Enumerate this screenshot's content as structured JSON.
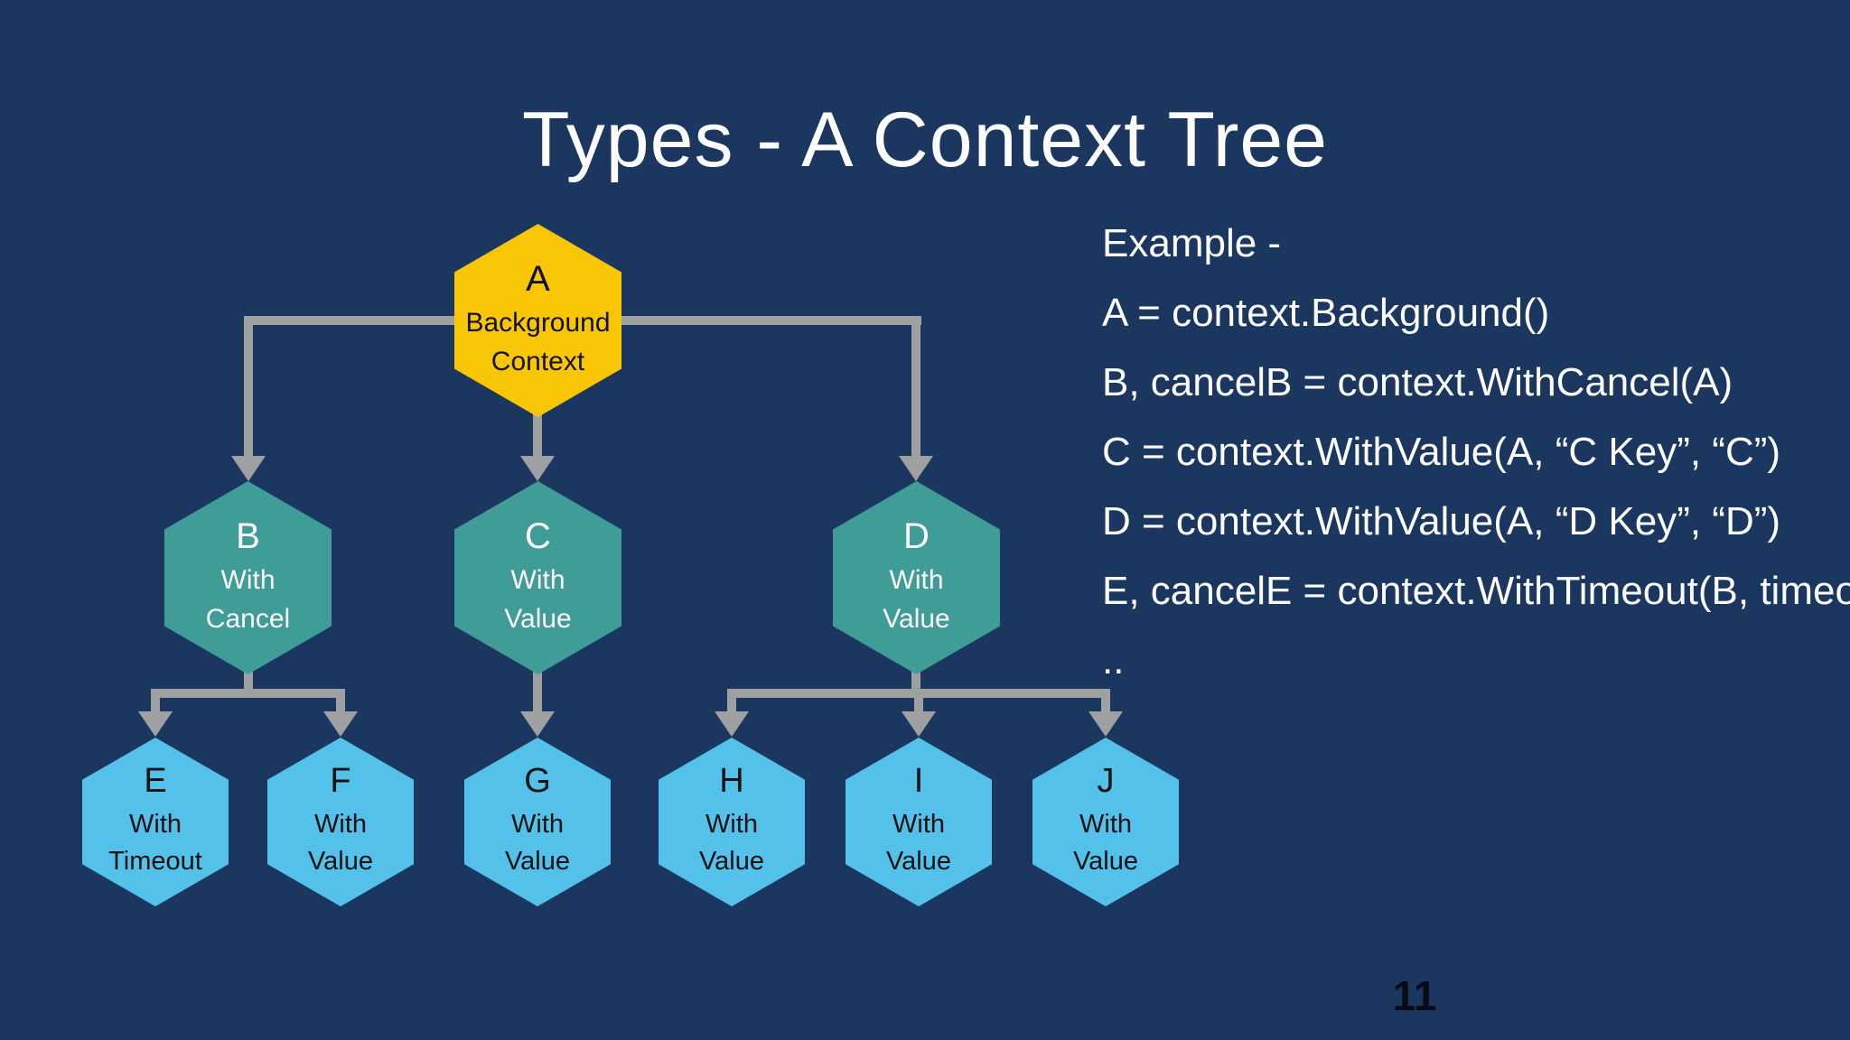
{
  "title": "Types - A Context Tree",
  "colors": {
    "background": "#1B3760",
    "root_node": "#F9C606",
    "mid_node": "#3F9C97",
    "leaf_node": "#53C1E9",
    "connector": "#9EA0A2",
    "light_text": "#FCFCFC",
    "dark_text": "#121212",
    "page_number_text": "#0A0A12"
  },
  "tree": {
    "nodes": [
      {
        "id": "A",
        "letter": "A",
        "label": [
          "Background",
          "Context"
        ],
        "level": "root",
        "parent": null
      },
      {
        "id": "B",
        "letter": "B",
        "label": [
          "With",
          "Cancel"
        ],
        "level": "mid",
        "parent": "A"
      },
      {
        "id": "C",
        "letter": "C",
        "label": [
          "With",
          "Value"
        ],
        "level": "mid",
        "parent": "A"
      },
      {
        "id": "D",
        "letter": "D",
        "label": [
          "With",
          "Value"
        ],
        "level": "mid",
        "parent": "A"
      },
      {
        "id": "E",
        "letter": "E",
        "label": [
          "With",
          "Timeout"
        ],
        "level": "leaf",
        "parent": "B"
      },
      {
        "id": "F",
        "letter": "F",
        "label": [
          "With",
          "Value"
        ],
        "level": "leaf",
        "parent": "B"
      },
      {
        "id": "G",
        "letter": "G",
        "label": [
          "With",
          "Value"
        ],
        "level": "leaf",
        "parent": "C"
      },
      {
        "id": "H",
        "letter": "H",
        "label": [
          "With",
          "Value"
        ],
        "level": "leaf",
        "parent": "D"
      },
      {
        "id": "I",
        "letter": "I",
        "label": [
          "With",
          "Value"
        ],
        "level": "leaf",
        "parent": "D"
      },
      {
        "id": "J",
        "letter": "J",
        "label": [
          "With",
          "Value"
        ],
        "level": "leaf",
        "parent": "D"
      }
    ]
  },
  "example": {
    "lines": [
      "Example -",
      "A = context.Background()",
      "B, cancelB = context.WithCancel(A)",
      "C = context.WithValue(A, “C Key”, “C”)",
      "D = context.WithValue(A, “D Key”, “D”)",
      "E, cancelE = context.WithTimeout(B, timeout)",
      ".."
    ]
  },
  "footer": {
    "page_number": "11"
  }
}
